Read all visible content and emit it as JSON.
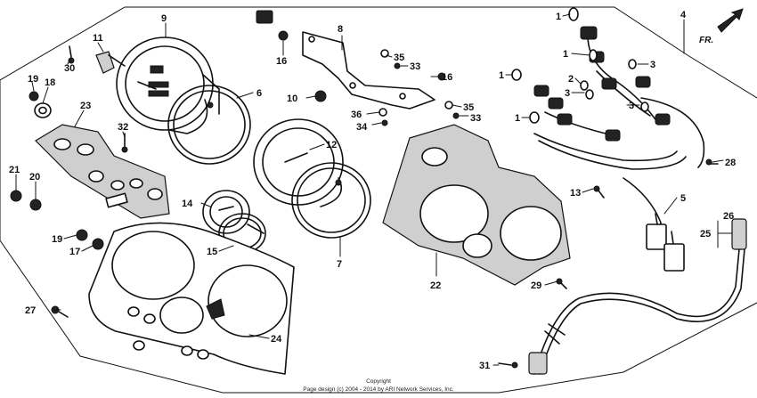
{
  "direction_marker": {
    "label": "FR.",
    "icon": "front-direction-arrow-icon"
  },
  "callouts": {
    "c1": "1",
    "c2": "2",
    "c3": "3",
    "c4": "4",
    "c5": "5",
    "c6": "6",
    "c7": "7",
    "c8": "8",
    "c9": "9",
    "c10": "10",
    "c11": "11",
    "c12": "12",
    "c13": "13",
    "c14": "14",
    "c15": "15",
    "c16": "16",
    "c17": "17",
    "c18": "18",
    "c19": "19",
    "c20": "20",
    "c21": "21",
    "c22": "22",
    "c23": "23",
    "c24": "24",
    "c25": "25",
    "c26": "26",
    "c27": "27",
    "c28": "28",
    "c29": "29",
    "c30": "30",
    "c31": "31",
    "c32": "32",
    "c33": "33",
    "c34": "34",
    "c35": "35",
    "c36": "36"
  },
  "footer": {
    "line1": "Copyright",
    "line2": "Page design (c) 2004 - 2014 by ARI Network Services, Inc."
  }
}
